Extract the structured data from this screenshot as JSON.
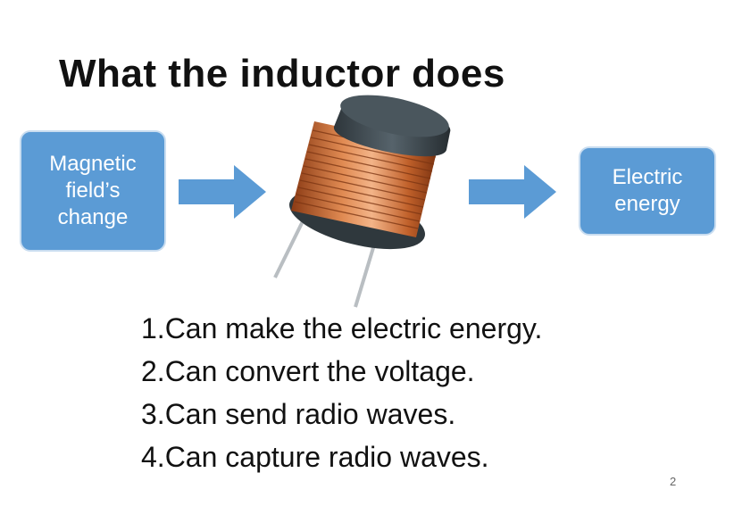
{
  "slide": {
    "title": "What the inductor does",
    "left_box": "Magnetic\nfield’s\nchange",
    "right_box": "Electric\nenergy",
    "points": [
      "1.Can make the electric energy.",
      "2.Can convert the voltage.",
      "3.Can send radio waves.",
      "4.Can capture radio waves."
    ],
    "page_number": "2"
  },
  "colors": {
    "box_fill": "#5b9bd5",
    "arrow_fill": "#5b9bd5",
    "copper": "#c8642e",
    "core": "#3c464c"
  },
  "icons": {
    "arrow": "arrow-right-icon",
    "component": "inductor-coil-image"
  }
}
